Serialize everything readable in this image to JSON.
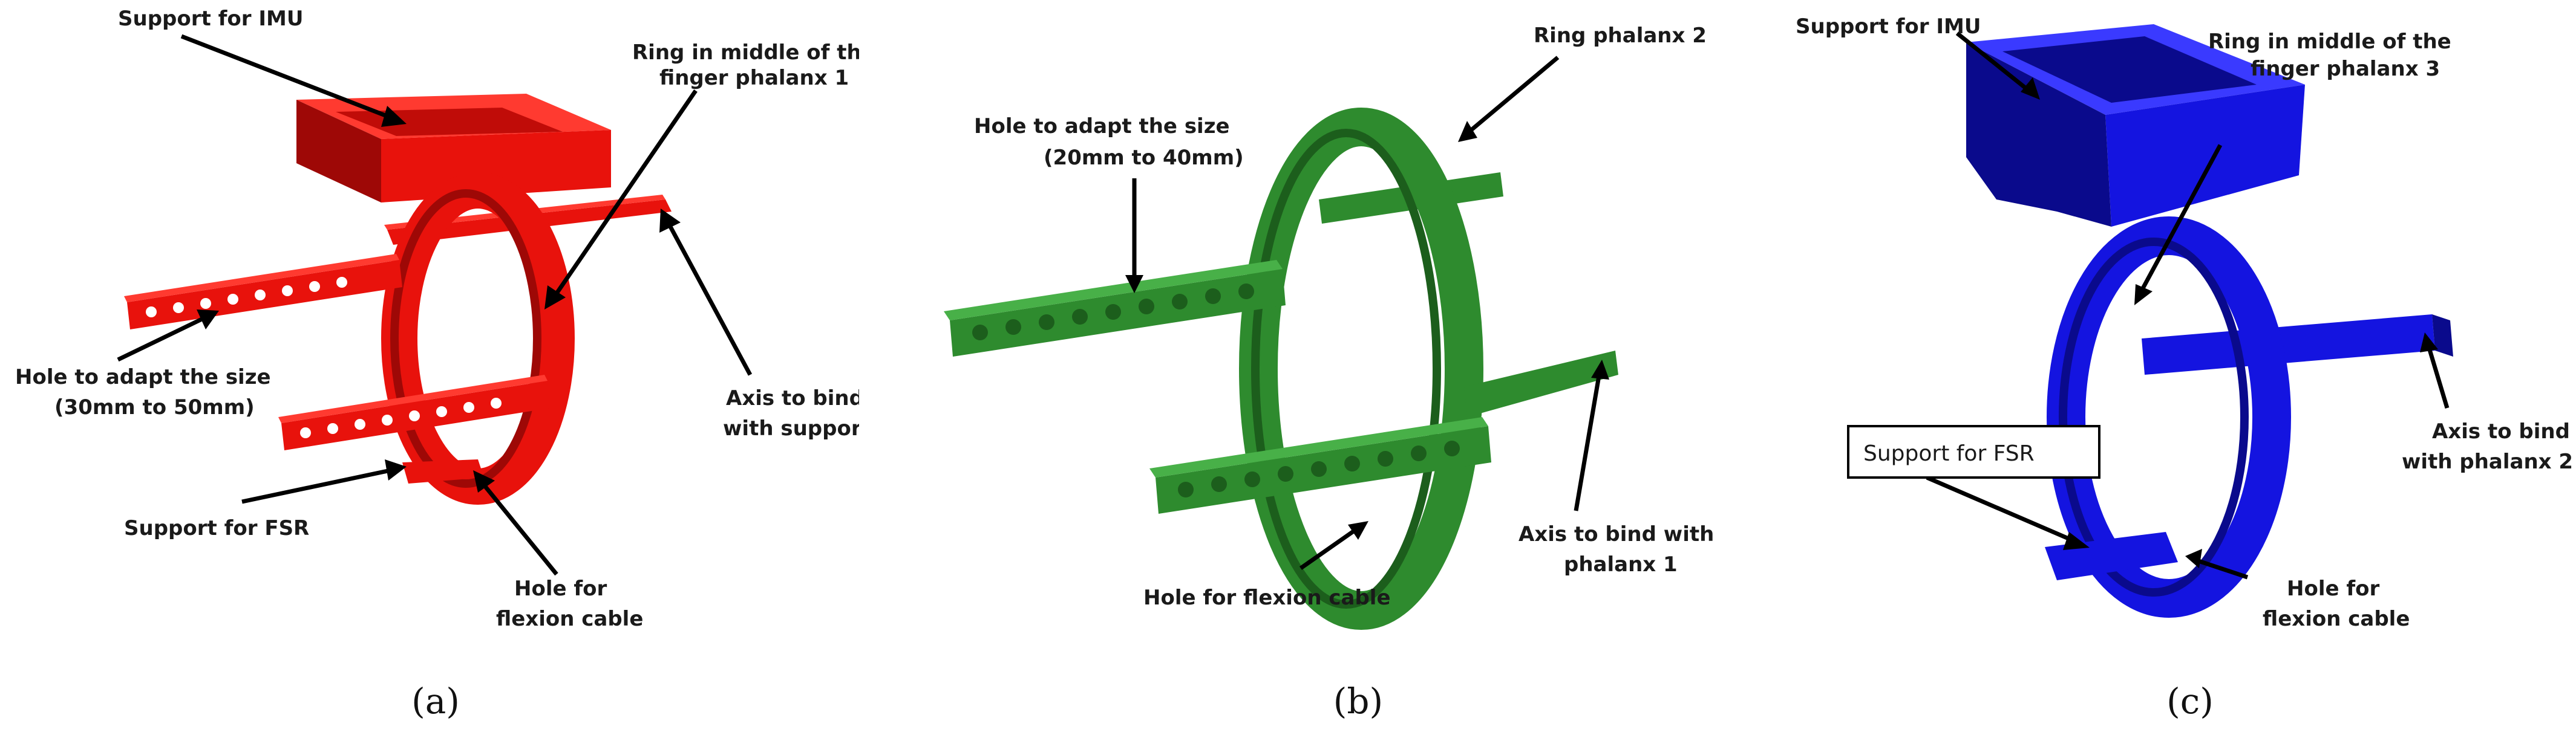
{
  "panels": [
    {
      "caption": "(a)",
      "labels": {
        "support_imu": "Support for IMU",
        "ring_line1": "Ring in middle of the",
        "ring_line2": "finger phalanx 1",
        "hole_size_line1": "Hole to adapt the size",
        "hole_size_line2": "(30mm to 50mm)",
        "axis_line1": "Axis to bind",
        "axis_line2": "with support",
        "support_fsr": "Support for FSR",
        "hole_cable_line1": "Hole for",
        "hole_cable_line2": "flexion cable"
      },
      "colors": {
        "main": "#e8120c",
        "dark": "#9e0806",
        "light": "#ff3a30"
      }
    },
    {
      "caption": "(b)",
      "labels": {
        "ring": "Ring phalanx 2",
        "hole_size_line1": "Hole to adapt the size",
        "hole_size_line2": "(20mm to 40mm)",
        "axis_line1": "Axis to bind with",
        "axis_line2": "phalanx 1",
        "hole_cable": "Hole for flexion cable"
      },
      "colors": {
        "main": "#2e8b2e",
        "dark": "#1c5e1c",
        "light": "#48b048"
      }
    },
    {
      "caption": "(c)",
      "labels": {
        "support_imu": "Support for IMU",
        "ring_line1": "Ring in middle of the",
        "ring_line2": "finger phalanx 3",
        "support_fsr": "Support for FSR",
        "axis_line1": "Axis to bind",
        "axis_line2": "with phalanx 2",
        "hole_cable_line1": "Hole for",
        "hole_cable_line2": "flexion cable"
      },
      "colors": {
        "main": "#1414e0",
        "dark": "#0a0a8c",
        "light": "#3a3aff"
      }
    }
  ]
}
